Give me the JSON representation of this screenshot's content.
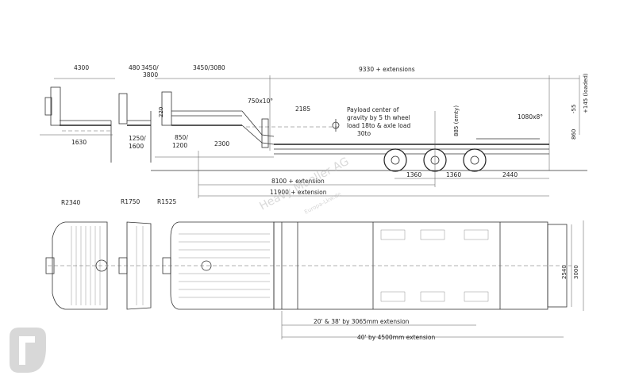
{
  "colors": {
    "line": "#333333",
    "watermark": "#bbbbbb",
    "logo": "#d8d8d8"
  },
  "side_view": {
    "dim_4300": "4300",
    "dim_480": "480",
    "dim_3450_3800": "3450/",
    "dim_3800": "3800",
    "dim_3450_3080": "3450/3080",
    "dim_9330": "9330 + extensions",
    "dim_55": "-55",
    "dim_145": "+145 (loaded)",
    "dim_220": "220",
    "dim_750": "750x10°",
    "dim_2185": "2185",
    "dim_1080": "1080x8°",
    "dim_885": "885 (emty)",
    "dim_860": "860",
    "dim_1630": "1630",
    "dim_1250": "1250/",
    "dim_1600": "1600",
    "dim_850": "850/",
    "dim_1200": "1200",
    "dim_2300": "2300",
    "dim_1360a": "1360",
    "dim_1360b": "1360",
    "dim_2440": "2440",
    "dim_8100": "8100 + extension",
    "dim_11900": "11900 + extension",
    "payload_note": [
      "Payload center of",
      "gravity by 5 th wheel",
      "load 18to & axle load",
      "30to"
    ]
  },
  "top_view": {
    "r2340": "R2340",
    "r1750": "R1750",
    "r1525": "R1525",
    "dim_2540": "2540",
    "dim_3000": "3000",
    "ext_20_38": "20' & 38' by 3065mm extension",
    "ext_40": "40' by 4500mm extension"
  },
  "watermark": {
    "main": "Heavy Mueller AG",
    "sub": "Europa-Lkw.de"
  }
}
